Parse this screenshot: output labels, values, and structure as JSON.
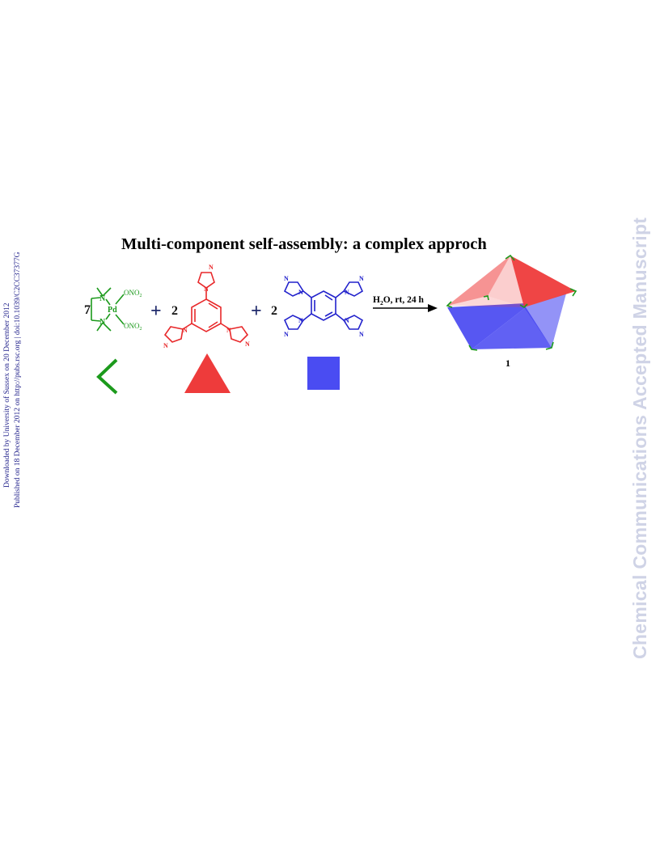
{
  "sidebar_left": {
    "line1": "Downloaded by University of Sussex on 20 December 2012",
    "line2": "Published on 18 December 2012 on http://pubs.rsc.org | doi:10.1039/C2CC37377G"
  },
  "watermark": {
    "text": "Chemical Communications Accepted Manuscript"
  },
  "figure": {
    "title": "Multi-component self-assembly: a complex approch",
    "reagent1": {
      "coefficient": "7",
      "metal": "Pd",
      "ligand_top": "ONO",
      "ligand_top_sub": "2",
      "ligand_bottom": "ONO",
      "ligand_bottom_sub": "2",
      "n_top": "N",
      "n_bottom": "N",
      "color": "#1c9a1c"
    },
    "plus1": "+",
    "reagent2": {
      "coefficient": "2",
      "color": "#e8282a",
      "n_label": "N"
    },
    "plus2": "+",
    "reagent3": {
      "coefficient": "2",
      "color": "#2222cc",
      "n_label": "N"
    },
    "conditions": {
      "h": "H",
      "sub": "2",
      "rest": "O, rt, 24 h"
    },
    "product_label": "1",
    "colors": {
      "green": "#1c9a1c",
      "red": "#ee3b3b",
      "blue": "#3a3af0"
    }
  }
}
